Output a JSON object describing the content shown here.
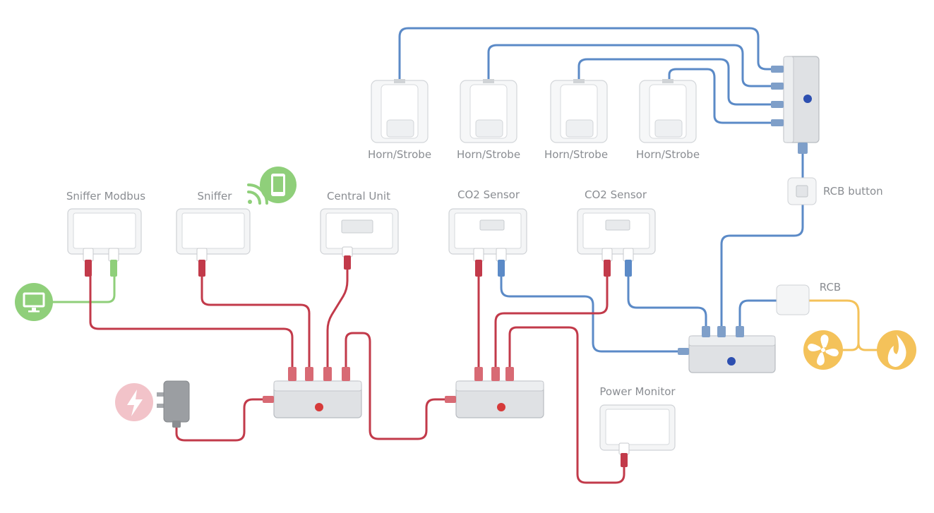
{
  "labels": {
    "horn_strobe_1": "Horn/Strobe",
    "horn_strobe_2": "Horn/Strobe",
    "horn_strobe_3": "Horn/Strobe",
    "horn_strobe_4": "Horn/Strobe",
    "rcb_button": "RCB button",
    "sniffer_modbus": "Sniffer Modbus",
    "sniffer": "Sniffer",
    "central_unit": "Central Unit",
    "co2_sensor_1": "CO2 Sensor",
    "co2_sensor_2": "CO2 Sensor",
    "rcb": "RCB",
    "power_monitor": "Power Monitor"
  },
  "icons": {
    "monitor": "monitor-icon",
    "phone": "smartphone-wireless-icon",
    "power": "lightning-power-icon",
    "fan": "fan-icon",
    "fire": "fire-icon"
  },
  "colors": {
    "red_cable": "#c23a4a",
    "blue_cable": "#5b8ac7",
    "green_cable": "#8fcf7a",
    "yellow_cable": "#f4c25a",
    "green_icon": "#8fcf7a",
    "power_icon": "#f2c3c9",
    "yellow_icon": "#f4c25a",
    "hub_red_button": "#d63a3a",
    "hub_blue_button": "#2d4fb0"
  }
}
